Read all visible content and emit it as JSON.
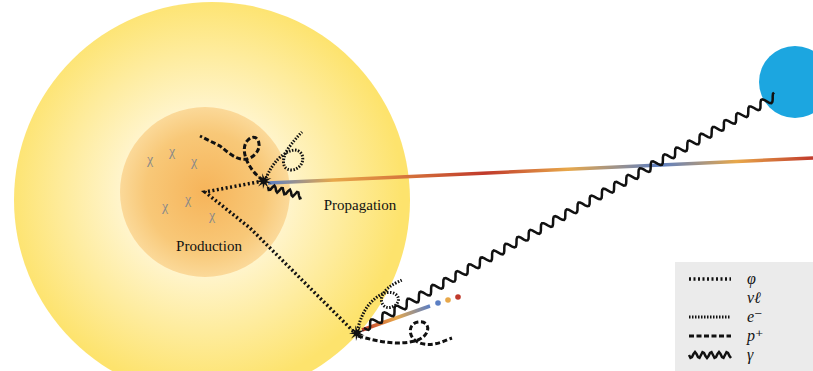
{
  "diagram": {
    "nodes": [
      {
        "text": [
          "Propagation"
        ]
      },
      {
        "text": [
          "Production"
        ],
        "in": 0
      }
    ],
    "labels": [
      "χ",
      "χ",
      "χ",
      "χ",
      "χ",
      "χ"
    ],
    "legend": [
      {
        "text": "φ"
      },
      {
        "text": "νℓ"
      },
      {
        "text": "e⁻"
      },
      {
        "text": "p⁺"
      },
      {
        "text": "γ"
      }
    ]
  }
}
